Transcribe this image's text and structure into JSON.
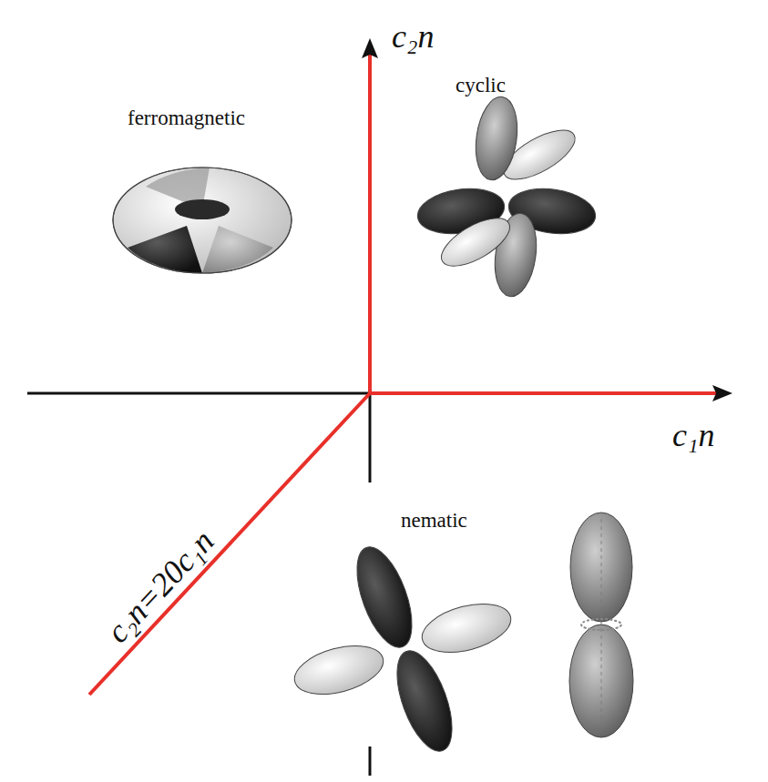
{
  "diagram": {
    "labels": [
      "c₂n",
      "ferromagnetic",
      "cyclic",
      "c₁n",
      "nematic",
      "c₂n=20c₁n"
    ]
  }
}
